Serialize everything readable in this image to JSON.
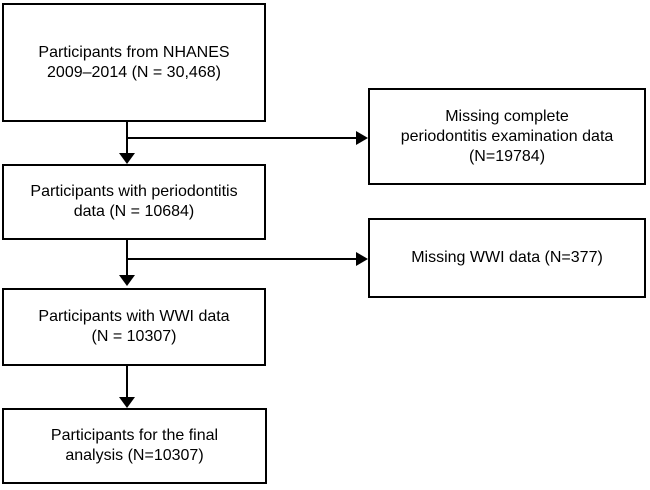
{
  "figure": {
    "type": "participant-flow-diagram",
    "background_color": "#ffffff",
    "line_color": "#000000",
    "text_color": "#000000",
    "boxes": {
      "nhanes": {
        "lines": [
          "Participants from NHANES",
          "2009–2014 (N = 30,468)"
        ]
      },
      "periodontitis": {
        "lines": [
          "Participants with periodontitis",
          "data (N = 10684)"
        ]
      },
      "wwi": {
        "lines": [
          "Participants with WWI data",
          "(N = 10307)"
        ]
      },
      "final": {
        "lines": [
          "Participants for the final",
          "analysis (N=10307)"
        ]
      },
      "excluded_periodontitis": {
        "lines": [
          "Missing complete",
          "periodontitis examination data",
          "(N=19784)"
        ]
      },
      "excluded_wwi": {
        "lines": [
          "Missing WWI data (N=377)"
        ]
      }
    }
  }
}
